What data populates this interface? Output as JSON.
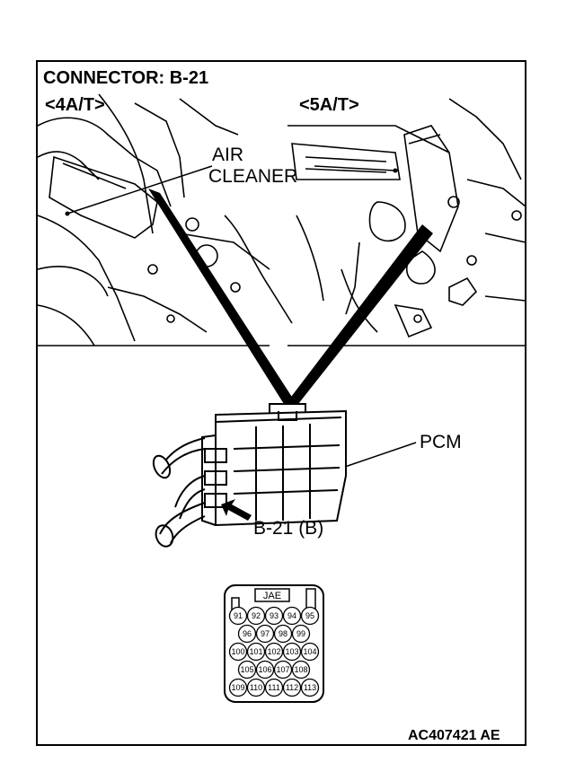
{
  "title": "CONNECTOR: B-21",
  "variant_left": "<4A/T>",
  "variant_right": "<5A/T>",
  "label_air_cleaner": [
    "AIR",
    "CLEANER"
  ],
  "label_pcm": "PCM",
  "label_connector": "B-21 (B)",
  "connector_face": {
    "key_label": "JAE",
    "rows": [
      [
        "91",
        "92",
        "93",
        "94",
        "95"
      ],
      [
        "96",
        "97",
        "98",
        "99"
      ],
      [
        "100",
        "101",
        "102",
        "103",
        "104"
      ],
      [
        "105",
        "106",
        "107",
        "108"
      ],
      [
        "109",
        "110",
        "111",
        "112",
        "113"
      ]
    ]
  },
  "figure_code": "AC407421 AE",
  "colors": {
    "line": "#000000",
    "background": "#ffffff"
  }
}
